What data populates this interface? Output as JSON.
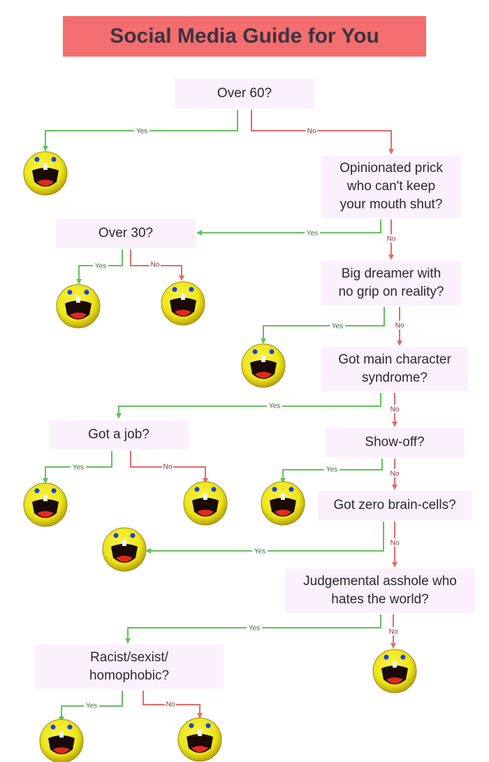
{
  "title": "Social Media Guide for You",
  "nodes": {
    "over60": "Over 60?",
    "opinionated": "Opinionated prick\nwho can't keep\nyour mouth shut?",
    "over30": "Over 30?",
    "dreamer": "Big dreamer with\nno grip on reality?",
    "mainchar": "Got main character\nsyndrome?",
    "job": "Got a job?",
    "showoff": "Show-off?",
    "brain": "Got zero brain-cells?",
    "judgemental": "Judgemental asshole who\nhates the world?",
    "racist": "Racist/sexist/\nhomophobic?"
  },
  "edge_labels": {
    "yes": "Yes",
    "no": "No"
  },
  "icons": {
    "result": "laughing-emoji-icon"
  },
  "colors": {
    "title_bg": "#f46d6f",
    "node_bg": "#fbf1fc",
    "yes_edge": "#63c15a",
    "no_edge": "#e46a68",
    "emoji_face": "#ece51a"
  }
}
